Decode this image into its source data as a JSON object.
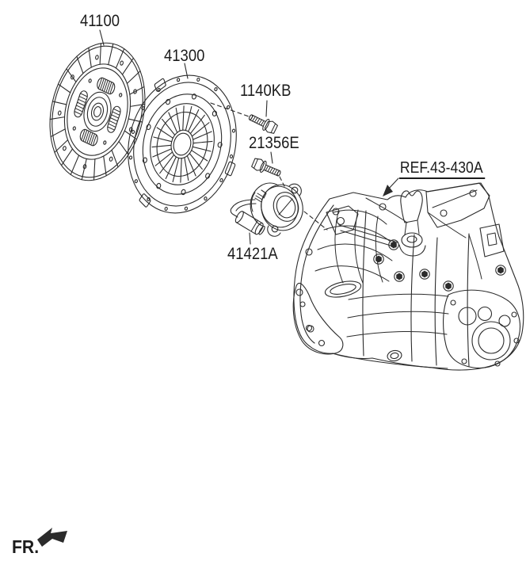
{
  "colors": {
    "background": "#ffffff",
    "line_art": "#2b2b2b",
    "label_text": "#1c1c1c"
  },
  "diagram": {
    "callouts": {
      "clutch_disc": "41100",
      "clutch_cover": "41300",
      "bolt_upper": "1140KB",
      "bolt_lower": "21356E",
      "release_cylinder": "41421A",
      "transmission_ref": "REF.43-430A",
      "front_marker": "FR."
    }
  }
}
